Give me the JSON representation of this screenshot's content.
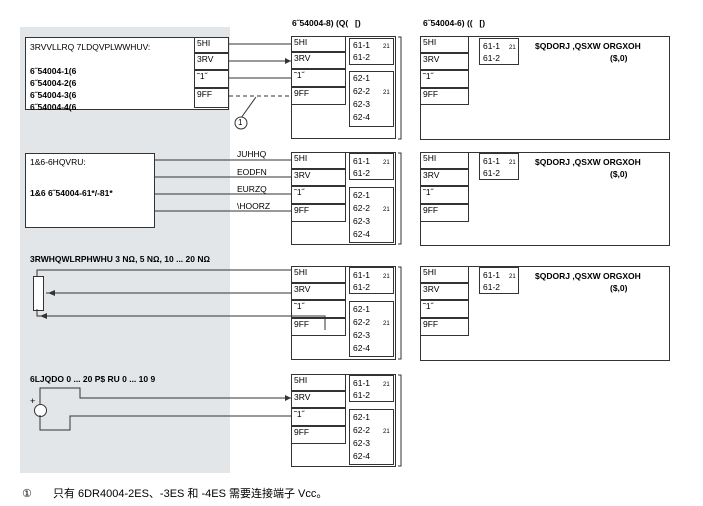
{
  "headers": {
    "col1": "6˝54004-8) (Q([)",
    "col2": "6˝54004-6) (([)"
  },
  "src_power": {
    "title": "3RVVLLRQ 7LDQVPLWWHUV:",
    "items": [
      "6˝54004-1(6",
      "6˝54004-2(6",
      "6˝54004-3(6",
      "6˝54004-4(6"
    ],
    "pins": [
      "5HI",
      "3RV",
      "˜1˝",
      "9FF"
    ]
  },
  "src_ncs": {
    "title": "1&6-6HQVRU:",
    "label": "1&6 6˝54004-61*/-81*",
    "wires": [
      "JUHHQ",
      "EODFN",
      "EURZQ",
      "\\HOORZ"
    ]
  },
  "src_pot": {
    "title": "3RWHQWLRPHWHU 3 NΩ, 5 NΩ, 10 ... 20 NΩ"
  },
  "src_sig": {
    "title": "6LJQDO 0 ... 20 P$ RU 0 ... 10 9"
  },
  "term_pins": [
    "5HI",
    "3RV",
    "˜1˝",
    "9FF"
  ],
  "ch_top": [
    "61-1",
    "61-2"
  ],
  "ch_bot": [
    "62-1",
    "62-2",
    "62-3",
    "62-4"
  ],
  "ch_top_sup": "21",
  "ch_bot_sup": "21",
  "analog_input": "$QDORJ ,QSXW ORGXOH",
  "analog_input_sub": "($,0)",
  "marker_circle": "1",
  "footnote": {
    "num": "①",
    "text": "只有 6DR4004-2ES、-3ES 和 -4ES 需要连接端子 Vcc。"
  }
}
